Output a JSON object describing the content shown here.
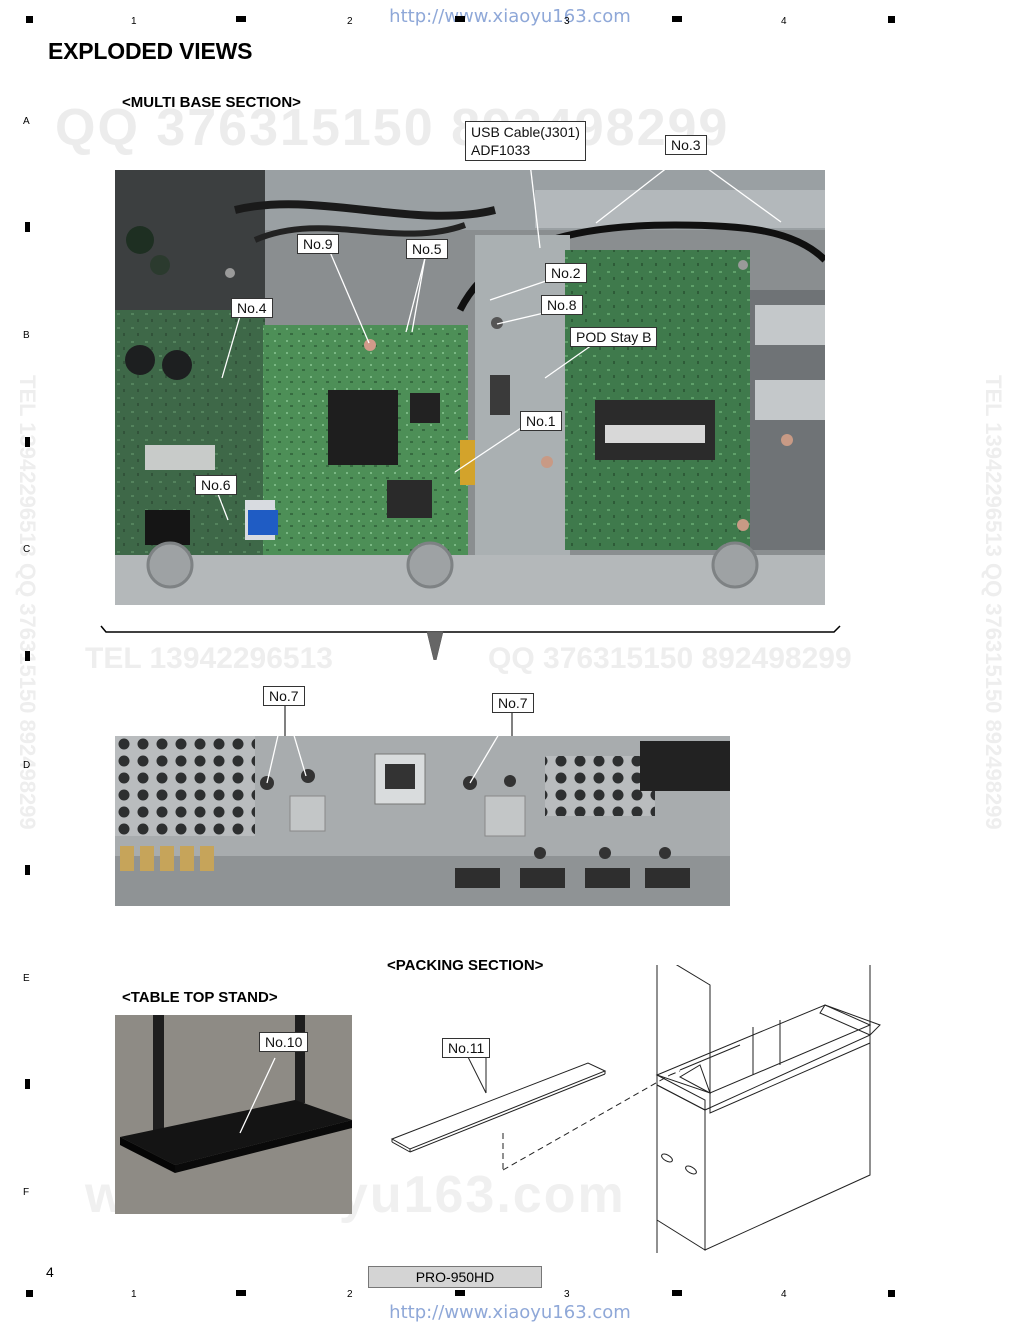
{
  "watermark_url": "http://www.xiaoyu163.com",
  "watermarks": {
    "qq_top": "QQ 376315150  892498299",
    "tel_mid": "TEL  13942296513",
    "qq_mid": "QQ  376315150  892498299",
    "bottom": "www.xiaoyu163.com",
    "right_vertical": "TEL 13942296513 QQ 376315150 892498299",
    "left_vertical": "TEL 13942296513 QQ 376315150 892498299"
  },
  "grid": {
    "columns": [
      "1",
      "2",
      "3",
      "4"
    ],
    "rows": [
      "A",
      "B",
      "C",
      "D",
      "E",
      "F"
    ]
  },
  "page_title": "EXPLODED VIEWS",
  "sections": {
    "multi_base": "<MULTI BASE SECTION>",
    "packing": "<PACKING SECTION>",
    "table_top": "<TABLE TOP STAND>"
  },
  "callouts": {
    "usb_cable": "USB Cable(J301)\nADF1033",
    "no1": "No.1",
    "no2": "No.2",
    "no3": "No.3",
    "no4": "No.4",
    "no5": "No.5",
    "no6": "No.6",
    "no7a": "No.7",
    "no7b": "No.7",
    "no8": "No.8",
    "no9": "No.9",
    "no10": "No.10",
    "no11": "No.11",
    "pod_stay": "POD Stay B"
  },
  "footer": {
    "page_number": "4",
    "model": "PRO-950HD"
  }
}
